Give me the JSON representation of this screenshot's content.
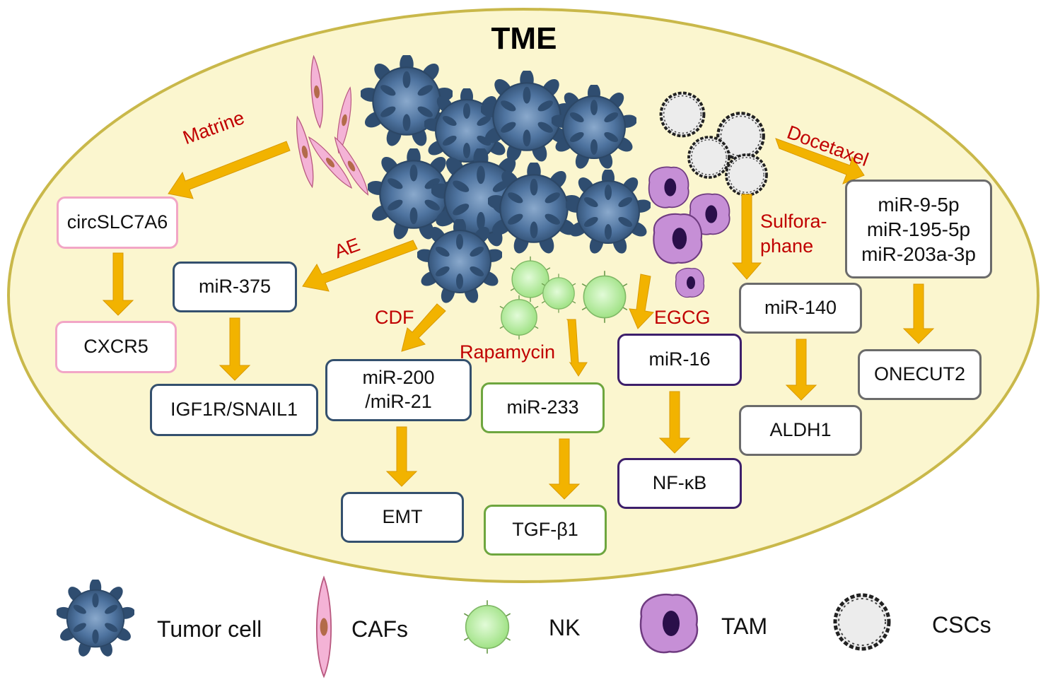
{
  "title": "TME",
  "colors": {
    "ellipse_fill": "#fbf6cf",
    "ellipse_stroke": "#c9b84a",
    "arrow": "#f2b300",
    "drug_text": "#c00000",
    "tumor": "#4a6f9b",
    "caf": "#f4b3d6",
    "nk": "#b6f0a3",
    "tam": "#c68fd6",
    "csc": "#dcdcdc"
  },
  "drugs": {
    "matrine": "Matrine",
    "ae": "AE",
    "cdf": "CDF",
    "rapamycin": "Rapamycin",
    "egcg": "EGCG",
    "sulforaphane": "Sulfora-\nphane",
    "docetaxel": "Docetaxel"
  },
  "boxes": {
    "circ": "circSLC7A6",
    "cxcr5": "CXCR5",
    "mir375": "miR-375",
    "igf1r": "IGF1R/SNAIL1",
    "mir200": "miR-200\n/miR-21",
    "emt": "EMT",
    "mir233": "miR-233",
    "tgfb1": "TGF-β1",
    "mir16": "miR-16",
    "nfkb": "NF-κB",
    "mir140": "miR-140",
    "aldh1": "ALDH1",
    "mir9": "miR-9-5p\nmiR-195-5p\nmiR-203a-3p",
    "onecut2": "ONECUT2"
  },
  "legend": {
    "tumor": "Tumor cell",
    "cafs": "CAFs",
    "nk": "NK",
    "tam": "TAM",
    "cscs": "CSCs"
  }
}
